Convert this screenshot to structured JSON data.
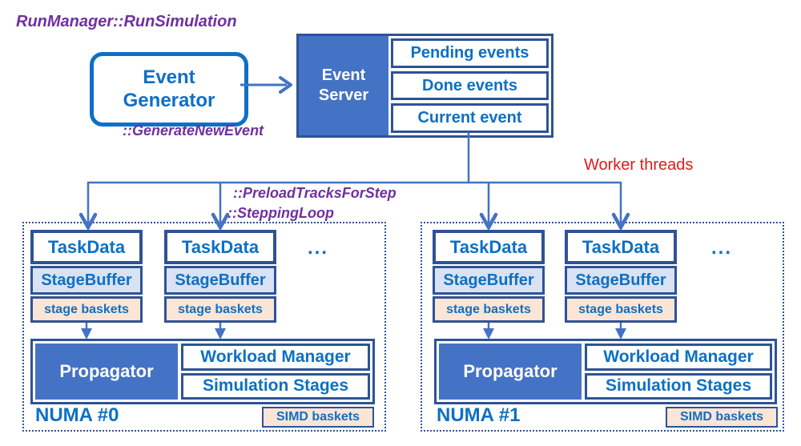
{
  "annotations": {
    "run_manager": "RunManager::RunSimulation",
    "generate_new_event": "::GenerateNewEvent",
    "preload_tracks_for_step": "::PreloadTracksForStep",
    "stepping_loop": "::SteppingLoop",
    "worker_threads": "Worker threads"
  },
  "event_generator": {
    "label": "Event Generator"
  },
  "event_server": {
    "label": "Event Server",
    "queues": [
      "Pending events",
      "Done events",
      "Current event"
    ]
  },
  "task_group": {
    "title": "TaskData",
    "buffer": "StageBuffer",
    "baskets": "stage baskets",
    "more": "..."
  },
  "numa": [
    {
      "name": "NUMA #0"
    },
    {
      "name": "NUMA #1"
    }
  ],
  "propagator": {
    "label": "Propagator"
  },
  "workload": {
    "rows": [
      "Workload Manager",
      "Simulation Stages"
    ]
  },
  "simd": {
    "label": "SIMD baskets"
  },
  "colors": {
    "accent_blue": "#4472C4",
    "border_navy": "#2E5395",
    "text_blue": "#0D70C4",
    "generator_border_blue": "#0F6FC6",
    "stagebuffer_fill": "#D9E2F3",
    "baskets_fill": "#FBE5D6",
    "annotation_purple": "#7030A0",
    "worker_threads_red": "#E01A1A"
  }
}
